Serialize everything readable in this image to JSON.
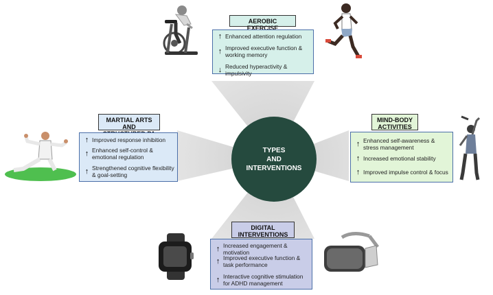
{
  "center": {
    "line1": "TYPES",
    "line2": "AND",
    "line3": "INTERVENTIONS"
  },
  "sections": {
    "aerobic": {
      "title": "AEROBIC EXERCISE",
      "items": [
        {
          "arrow": "up",
          "text": "Enhanced attention regulation"
        },
        {
          "arrow": "up",
          "text": "Improved executive function & working memory"
        },
        {
          "arrow": "down",
          "text": "Reduced hyperactivity & impulsivity"
        }
      ],
      "bg": "#d6f0ea"
    },
    "martial": {
      "title_line1": "MARTIAL ARTS AND",
      "title_line2": "STRUCTURED PA",
      "items": [
        {
          "arrow": "up",
          "text": "Improved response inhibition"
        },
        {
          "arrow": "up",
          "text": "Enhanced self-control & emotional regulation"
        },
        {
          "arrow": "up",
          "text": "Strengthened cognitive flexibility & goal-setting"
        }
      ],
      "bg": "#dbe9f7"
    },
    "mindbody": {
      "title_line1": "MIND-BODY",
      "title_line2": "ACTIVITIES",
      "items": [
        {
          "arrow": "up",
          "text": "Enhanced self-awareness & stress management"
        },
        {
          "arrow": "up",
          "text": "Increased emotional stability"
        },
        {
          "arrow": "up",
          "text": "Improved impulse control & focus"
        }
      ],
      "bg": "#e2f5d8"
    },
    "digital": {
      "title_line1": "DIGITAL",
      "title_line2": "INTERVENTIONS",
      "items": [
        {
          "arrow": "up",
          "text": "Increased engagement & motivation"
        },
        {
          "arrow": "up",
          "text": "Improved executive function & task performance"
        },
        {
          "arrow": "up",
          "text": "Interactive cognitive stimulation for ADHD management"
        }
      ],
      "bg": "#c9cde8"
    }
  },
  "colors": {
    "hub": "#254a3e",
    "ray": "#e4e4e4",
    "border": "#4a6ea8"
  },
  "icons": [
    "exercise-bike-icon",
    "runner-icon",
    "tai-chi-icon",
    "stretching-woman-icon",
    "smartwatch-icon",
    "vr-headset-icon"
  ]
}
